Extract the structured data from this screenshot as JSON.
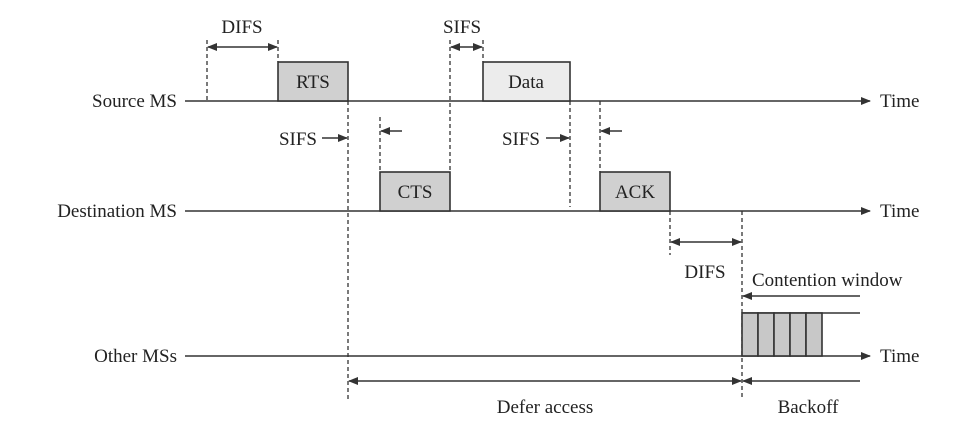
{
  "rows": {
    "source": {
      "label": "Source MS",
      "axis": "Time"
    },
    "destination": {
      "label": "Destination MS",
      "axis": "Time"
    },
    "other": {
      "label": "Other MSs",
      "axis": "Time"
    }
  },
  "frames": {
    "rts": "RTS",
    "data": "Data",
    "cts": "CTS",
    "ack": "ACK"
  },
  "intervals": {
    "difs_top": "DIFS",
    "sifs_top": "SIFS",
    "sifs_rts_cts": "SIFS",
    "sifs_data_ack": "SIFS",
    "difs_bottom": "DIFS",
    "contention_window": "Contention window",
    "defer_access": "Defer access",
    "backoff": "Backoff"
  },
  "backoff_slots": 5,
  "colors": {
    "frame_dark": "#d0d0d0",
    "frame_light": "#ececec",
    "line": "#333333"
  }
}
